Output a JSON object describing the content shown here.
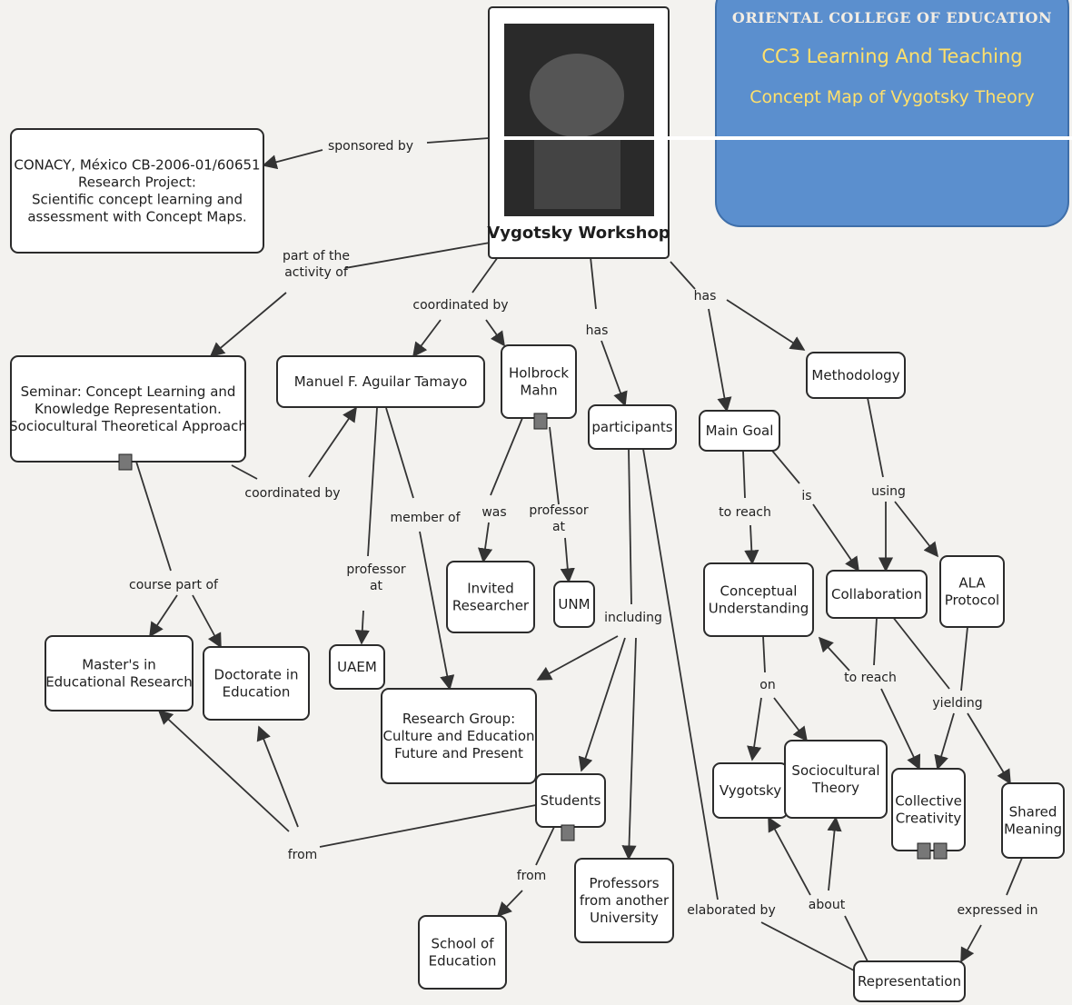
{
  "banner": {
    "institution": "ORIENTAL COLLEGE OF EDUCATION",
    "course": "CC3  Learning And Teaching",
    "title": "Concept Map of Vygotsky Theory"
  },
  "nodes": {
    "workshop": "Vygotsky Workshop",
    "conacyt": [
      "CONACY, México CB-2006-01/60651",
      "Research Project:",
      "Scientific concept learning and",
      "assessment with Concept Maps."
    ],
    "seminar": [
      "Seminar: Concept Learning and",
      "Knowledge Representation.",
      "Sociocultural Theoretical Approach"
    ],
    "manuel": [
      "Manuel F. Aguilar Tamayo"
    ],
    "holbrock": [
      "Holbrock",
      "Mahn"
    ],
    "participants": [
      "participants"
    ],
    "main_goal": [
      "Main Goal"
    ],
    "methodology": [
      "Methodology"
    ],
    "invited": [
      "Invited",
      "Researcher"
    ],
    "unm": [
      "UNM"
    ],
    "uaem": [
      "UAEM"
    ],
    "masters": [
      "Master's in",
      "Educational Research"
    ],
    "doctorate": [
      "Doctorate in",
      "Education"
    ],
    "research_group": [
      "Research Group:",
      "Culture and Education",
      "Future and Present"
    ],
    "students": [
      "Students"
    ],
    "professors": [
      "Professors",
      "from another",
      "University"
    ],
    "school": [
      "School of",
      "Education"
    ],
    "conceptual": [
      "Conceptual",
      "Understanding"
    ],
    "collaboration": [
      "Collaboration"
    ],
    "ala": [
      "ALA",
      "Protocol"
    ],
    "vygotsky": [
      "Vygotsky"
    ],
    "sociocultural": [
      "Sociocultural",
      "Theory"
    ],
    "collective": [
      "Collective",
      "Creativity"
    ],
    "shared": [
      "Shared",
      "Meaning"
    ],
    "representation": [
      "Representation"
    ]
  },
  "links": {
    "sponsored_by": [
      "sponsored by"
    ],
    "part_of_activity": [
      "part of the",
      "activity of"
    ],
    "coordinated_by_top": [
      "coordinated by"
    ],
    "has_participants": [
      "has"
    ],
    "has_goal": [
      "has"
    ],
    "coordinated_by_left": [
      "coordinated by"
    ],
    "member_of": [
      "member of"
    ],
    "was": [
      "was"
    ],
    "professor_at_unm": [
      "professor",
      "at"
    ],
    "professor_at_uaem": [
      "professor",
      "at"
    ],
    "course_part_of": [
      "course part of"
    ],
    "including": [
      "including"
    ],
    "from_left": [
      "from"
    ],
    "from_school": [
      "from"
    ],
    "to_reach_goal": [
      "to reach"
    ],
    "is": [
      "is"
    ],
    "using": [
      "using"
    ],
    "on": [
      "on"
    ],
    "to_reach_collab": [
      "to reach"
    ],
    "yielding": [
      "yielding"
    ],
    "elaborated_by": [
      "elaborated by"
    ],
    "about": [
      "about"
    ],
    "expressed_in": [
      "expressed in"
    ]
  }
}
